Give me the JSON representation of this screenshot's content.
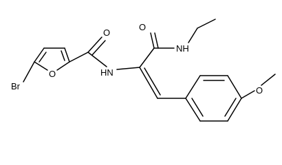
{
  "diagram": {
    "type": "chemical-structure",
    "atom_labels": {
      "bromine": "Br",
      "furan_oxygen": "O",
      "amide_oxygen_left": "O",
      "amide_nh_left": "HN",
      "amide_oxygen_right": "O",
      "amide_nh_right": "NH",
      "methoxy_oxygen": "O"
    },
    "colors": {
      "bond": "#000000",
      "text": "#000000",
      "background": "#ffffff"
    }
  }
}
